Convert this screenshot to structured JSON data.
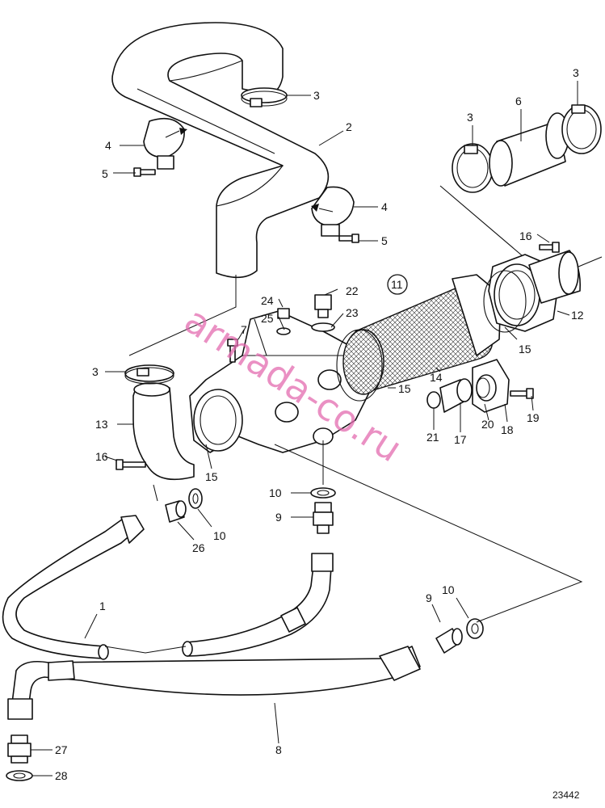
{
  "watermark": "armada-co.ru",
  "figure_id": "23442",
  "callouts": [
    {
      "id": "c3a",
      "label": "3"
    },
    {
      "id": "c2",
      "label": "2"
    },
    {
      "id": "c4a",
      "label": "4"
    },
    {
      "id": "c5a",
      "label": "5"
    },
    {
      "id": "c4b",
      "label": "4"
    },
    {
      "id": "c5b",
      "label": "5"
    },
    {
      "id": "c3b",
      "label": "3"
    },
    {
      "id": "c6",
      "label": "6"
    },
    {
      "id": "c3c",
      "label": "3"
    },
    {
      "id": "c16a",
      "label": "16"
    },
    {
      "id": "c11",
      "label": "11"
    },
    {
      "id": "c12",
      "label": "12"
    },
    {
      "id": "c24",
      "label": "24"
    },
    {
      "id": "c22",
      "label": "22"
    },
    {
      "id": "c25",
      "label": "25"
    },
    {
      "id": "c23",
      "label": "23"
    },
    {
      "id": "c7",
      "label": "7"
    },
    {
      "id": "c15a",
      "label": "15"
    },
    {
      "id": "c3d",
      "label": "3"
    },
    {
      "id": "c14",
      "label": "14"
    },
    {
      "id": "c15b",
      "label": "15"
    },
    {
      "id": "c13",
      "label": "13"
    },
    {
      "id": "c16b",
      "label": "16"
    },
    {
      "id": "c15c",
      "label": "15"
    },
    {
      "id": "c21",
      "label": "21"
    },
    {
      "id": "c17",
      "label": "17"
    },
    {
      "id": "c20",
      "label": "20"
    },
    {
      "id": "c18",
      "label": "18"
    },
    {
      "id": "c19",
      "label": "19"
    },
    {
      "id": "c10a",
      "label": "10"
    },
    {
      "id": "c9a",
      "label": "9"
    },
    {
      "id": "c10b",
      "label": "10"
    },
    {
      "id": "c26",
      "label": "26"
    },
    {
      "id": "c1",
      "label": "1"
    },
    {
      "id": "c9b",
      "label": "9"
    },
    {
      "id": "c10c",
      "label": "10"
    },
    {
      "id": "c27",
      "label": "27"
    },
    {
      "id": "c8",
      "label": "8"
    },
    {
      "id": "c28",
      "label": "28"
    }
  ]
}
